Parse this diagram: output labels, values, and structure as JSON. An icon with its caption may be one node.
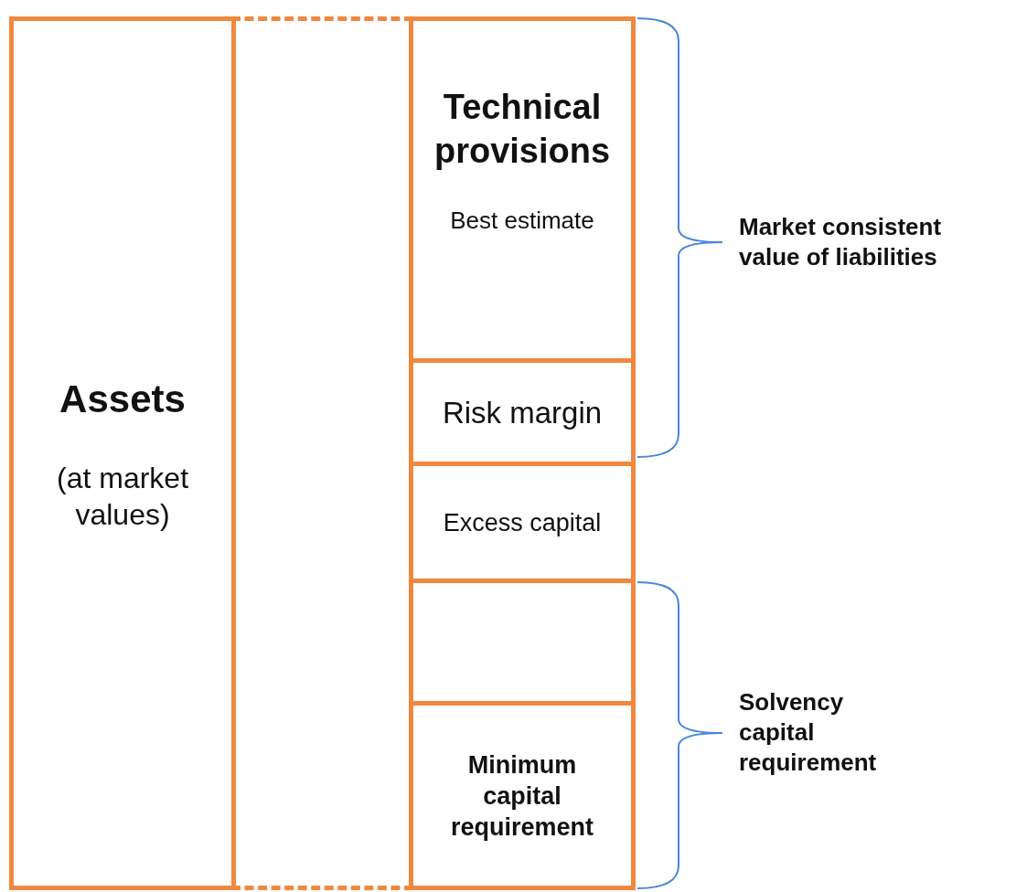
{
  "diagram": {
    "nodes": [
      {
        "text": [
          "Assets",
          "(at market values)"
        ]
      },
      {
        "text": [],
        "shape": "box"
      },
      {
        "text": [
          "Technical provisions",
          "Best estimate"
        ]
      },
      {
        "text": [
          "Risk margin"
        ]
      },
      {
        "text": [
          "Excess capital"
        ]
      },
      {
        "text": [],
        "shape": "box"
      },
      {
        "text": [
          "Minimum capital requirement"
        ]
      }
    ],
    "edges": [],
    "labels": [
      "Market consistent value of liabilities",
      "Solvency capital requirement"
    ]
  }
}
